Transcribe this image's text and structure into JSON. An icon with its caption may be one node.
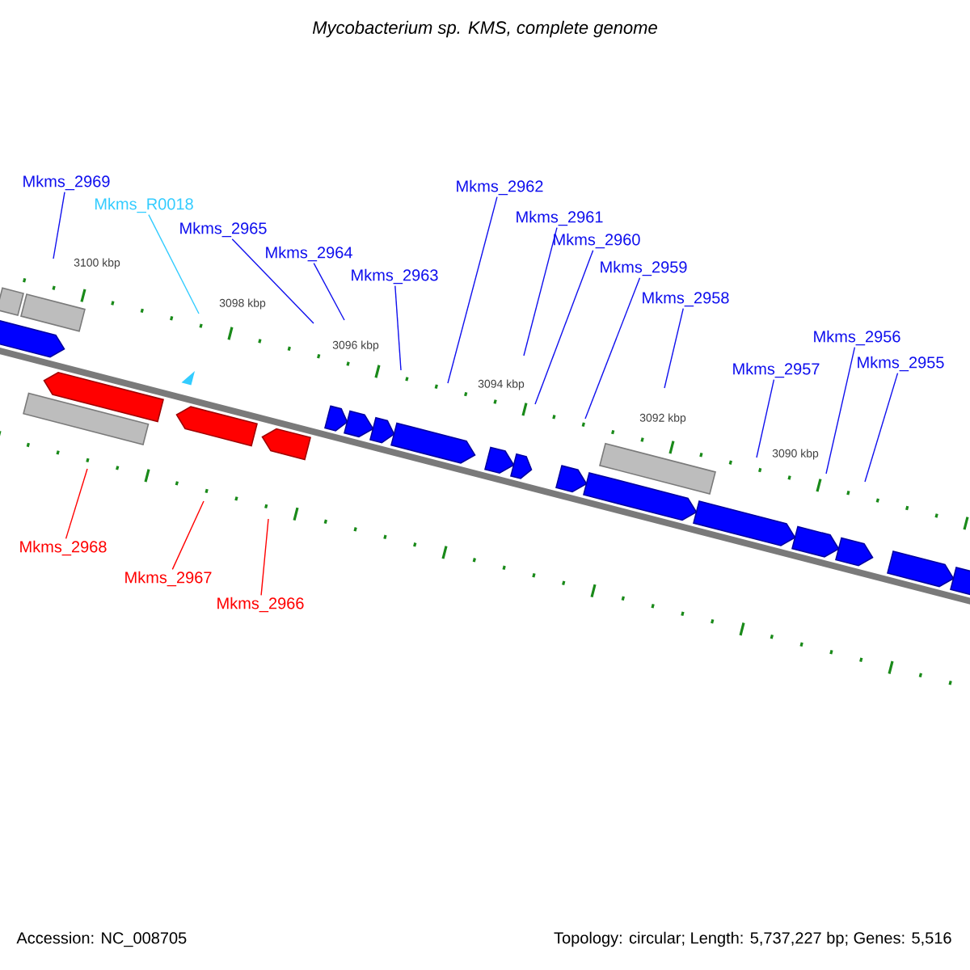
{
  "diagram": {
    "title": "Mycobacterium sp. KMS, complete genome",
    "nodes": [
      {
        "text": [
          "Mkms_2969"
        ]
      },
      {
        "text": [
          "Mkms_R0018"
        ]
      },
      {
        "text": [
          "Mkms_2965"
        ]
      },
      {
        "text": [
          "Mkms_2964"
        ]
      },
      {
        "text": [
          "Mkms_2963"
        ]
      },
      {
        "text": [
          "Mkms_2962"
        ]
      },
      {
        "text": [
          "Mkms_2961"
        ]
      },
      {
        "text": [
          "Mkms_2960"
        ]
      },
      {
        "text": [
          "Mkms_2959"
        ]
      },
      {
        "text": [
          "Mkms_2958"
        ]
      },
      {
        "text": [
          "Mkms_2957"
        ]
      },
      {
        "text": [
          "Mkms_2956"
        ]
      },
      {
        "text": [
          "Mkms_2955"
        ]
      },
      {
        "text": [
          "Mkms_2968"
        ]
      },
      {
        "text": [
          "Mkms_2967"
        ]
      },
      {
        "text": [
          "Mkms_2966"
        ]
      }
    ],
    "edges": [
      {
        "from": 0,
        "to": null,
        "arrow": "none"
      },
      {
        "from": 1,
        "to": null,
        "arrow": "none",
        "color": "#33ccff"
      },
      {
        "from": 2,
        "to": null,
        "arrow": "none"
      },
      {
        "from": 3,
        "to": null,
        "arrow": "none"
      },
      {
        "from": 4,
        "to": null,
        "arrow": "none"
      },
      {
        "from": 5,
        "to": null,
        "arrow": "none"
      },
      {
        "from": 6,
        "to": null,
        "arrow": "none"
      },
      {
        "from": 7,
        "to": null,
        "arrow": "none"
      },
      {
        "from": 8,
        "to": null,
        "arrow": "none"
      },
      {
        "from": 9,
        "to": null,
        "arrow": "none"
      },
      {
        "from": 10,
        "to": null,
        "arrow": "none"
      },
      {
        "from": 11,
        "to": null,
        "arrow": "none"
      },
      {
        "from": 12,
        "to": null,
        "arrow": "none"
      },
      {
        "from": 13,
        "to": null,
        "arrow": "none",
        "color": "#ff0000"
      },
      {
        "from": 14,
        "to": null,
        "arrow": "none",
        "color": "#ff0000"
      },
      {
        "from": 15,
        "to": null,
        "arrow": "none",
        "color": "#ff0000"
      }
    ],
    "labels": [
      "3100 kbp",
      "3098 kbp",
      "3096 kbp",
      "3094 kbp",
      "3092 kbp",
      "3090 kbp",
      "Accession: NC_008705",
      "Topology: circular; Length: 5,737,227 bp; Genes: 5,516"
    ]
  }
}
